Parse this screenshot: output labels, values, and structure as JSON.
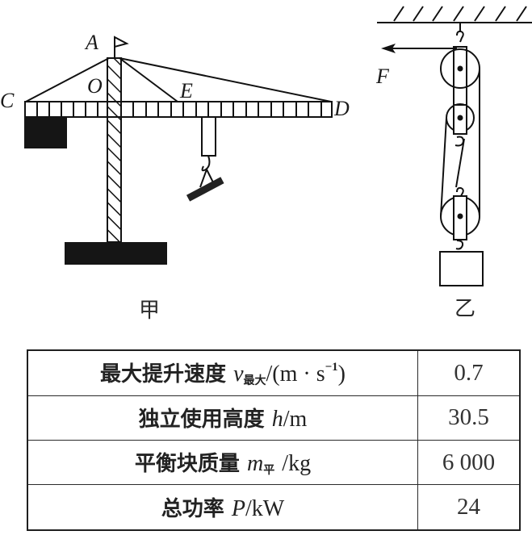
{
  "figure_jia": {
    "caption": "甲",
    "point_labels": {
      "A": "A",
      "O": "O",
      "C": "C",
      "E": "E",
      "D": "D"
    },
    "components": [
      "tower-mast",
      "jib-CD",
      "counterweight",
      "base",
      "trolley",
      "hook",
      "load-beam",
      "flag",
      "cable-AC",
      "cable-AE",
      "cable-AD"
    ]
  },
  "figure_yi": {
    "caption": "乙",
    "force_label": "F",
    "components": [
      "ceiling",
      "fixed-pulley-top",
      "fixed-pulley-middle",
      "movable-pulley",
      "load-block",
      "rope"
    ]
  },
  "table": {
    "rows": [
      {
        "param": "最大提升速度",
        "symbol": "v",
        "subscript": "最大",
        "unit_pre": "/(m · s",
        "unit_sup": "−1",
        "unit_post": ")",
        "value": "0.7"
      },
      {
        "param": "独立使用高度",
        "symbol": "h",
        "subscript": "",
        "unit_pre": "/m",
        "unit_sup": "",
        "unit_post": "",
        "value": "30.5"
      },
      {
        "param": "平衡块质量",
        "symbol": "m",
        "subscript": "平",
        "unit_pre": "/kg",
        "unit_sup": "",
        "unit_post": "",
        "value": "6 000"
      },
      {
        "param": "总功率",
        "symbol": "P",
        "subscript": "",
        "unit_pre": "/kW",
        "unit_sup": "",
        "unit_post": "",
        "value": "24"
      }
    ]
  }
}
